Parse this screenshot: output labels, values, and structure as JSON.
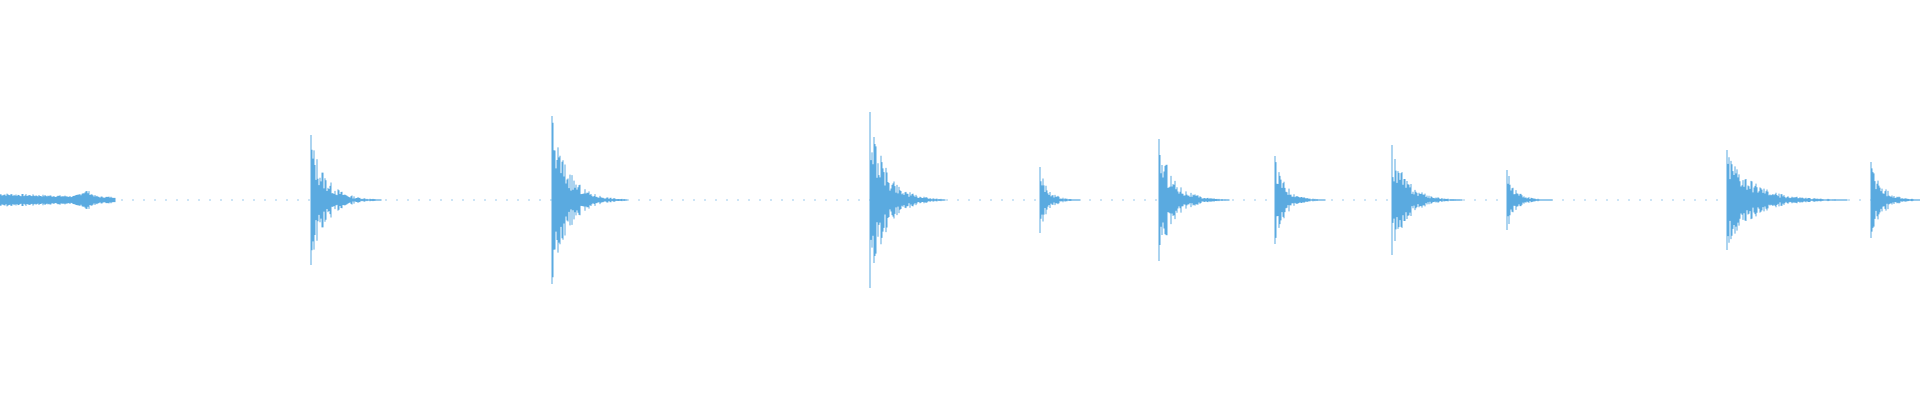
{
  "waveform": {
    "color": "#5AAAE0",
    "background": "#FFFFFF",
    "peak_amplitudes": [
      0.09,
      0.65,
      0.84,
      0.88,
      0.33,
      0.61,
      0.44,
      0.55,
      0.3,
      0.5,
      0.38
    ]
  }
}
